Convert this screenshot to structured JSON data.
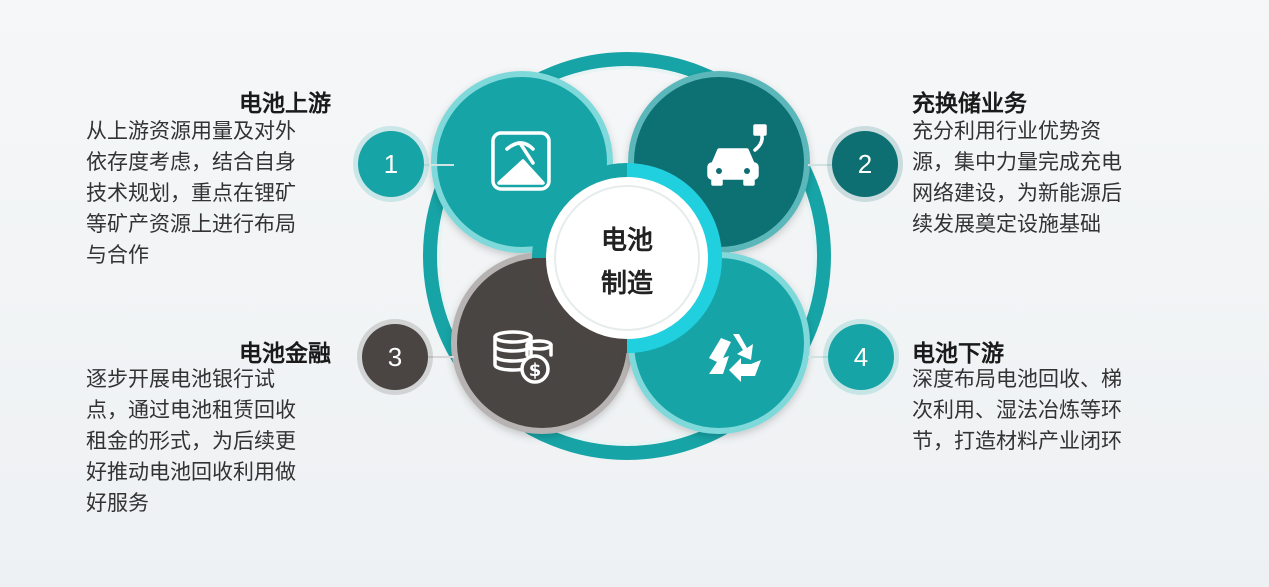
{
  "center": {
    "line1": "电池",
    "line2": "制造"
  },
  "items": [
    {
      "number": "1",
      "title": "电池上游",
      "text": "从上游资源用量及对外\n依存度考虑，结合自身\n技术规划，重点在锂矿\n等矿产资源上进行布局\n与合作",
      "icon": "mining-icon",
      "color": "#17a4a6"
    },
    {
      "number": "2",
      "title": "充换储业务",
      "text": "充分利用行业优势资\n源，集中力量完成充电\n网络建设，为新能源后\n续发展奠定设施基础",
      "icon": "ev-charging-car-icon",
      "color": "#0e6f73"
    },
    {
      "number": "3",
      "title": "电池金融",
      "text": "逐步开展电池银行试\n点，通过电池租赁回收\n租金的形式，为后续更\n好推动电池回收利用做\n好服务",
      "icon": "coins-dollar-icon",
      "color": "#4a4443"
    },
    {
      "number": "4",
      "title": "电池下游",
      "text": "深度布局电池回收、梯\n次利用、湿法冶炼等环\n节，打造材料产业闭环",
      "icon": "recycle-icon",
      "color": "#17a4a6"
    }
  ]
}
